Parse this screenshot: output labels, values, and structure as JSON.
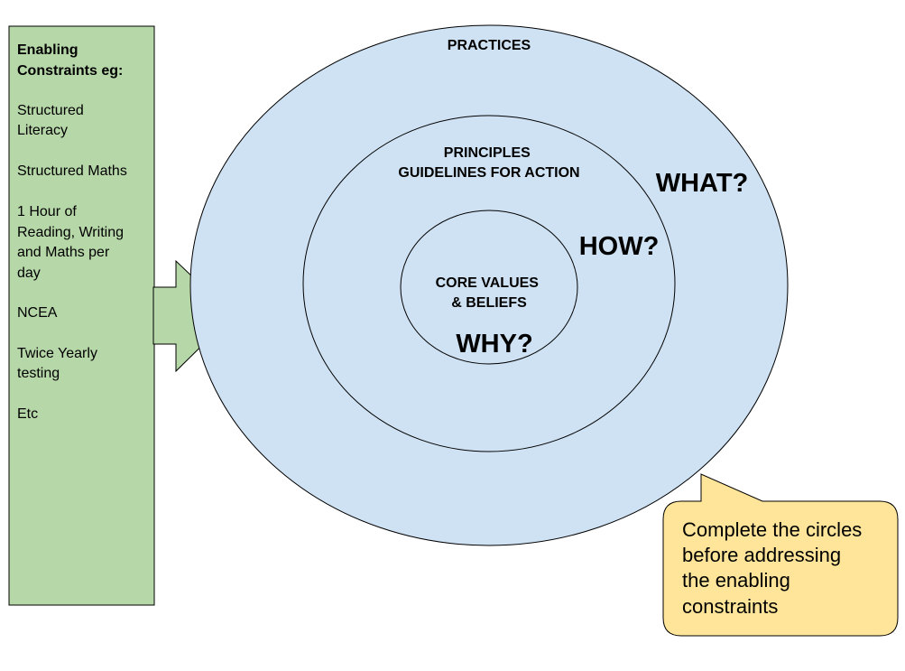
{
  "constraints_box": {
    "title_lines": [
      "Enabling",
      "Constraints eg:"
    ],
    "items": [
      [
        "Structured",
        "Literacy"
      ],
      [
        "Structured Maths"
      ],
      [
        "1 Hour of",
        "Reading, Writing",
        "and Maths per",
        "day"
      ],
      [
        "NCEA"
      ],
      [
        "Twice Yearly",
        "testing"
      ],
      [
        "Etc"
      ]
    ]
  },
  "circles": {
    "outer": {
      "label": "PRACTICES",
      "question": "WHAT?"
    },
    "middle": {
      "label_lines": [
        "PRINCIPLES",
        "GUIDELINES FOR ACTION"
      ],
      "question": "HOW?"
    },
    "inner": {
      "label_lines": [
        "CORE VALUES",
        "& BELIEFS"
      ],
      "question": "WHY?"
    }
  },
  "callout": {
    "text_lines": [
      "Complete the circles",
      "before addressing",
      "the enabling",
      "constraints"
    ]
  },
  "colors": {
    "green_fill": "#b6d7a8",
    "circle_fill": "#cfe2f3",
    "callout_fill": "#ffe599",
    "stroke": "#000000"
  }
}
